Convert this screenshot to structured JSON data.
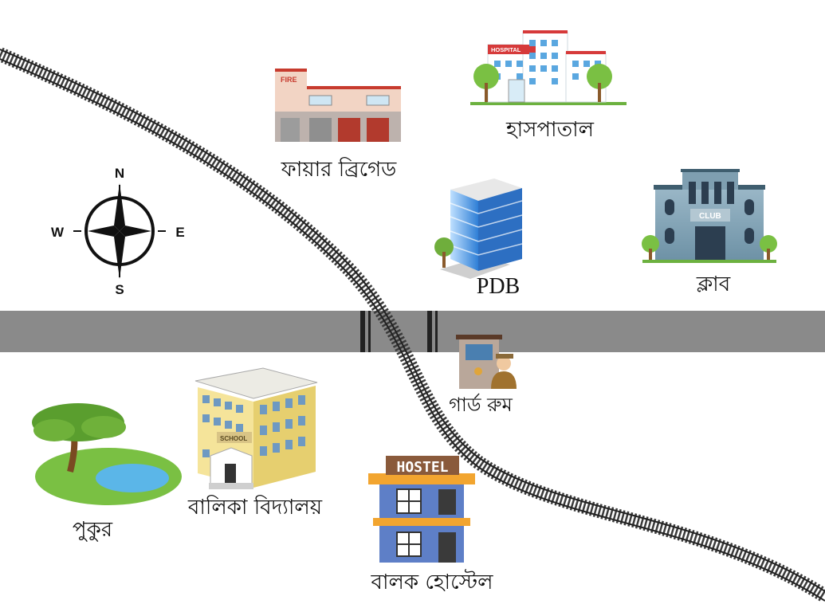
{
  "labels": {
    "fire_brigade": "ফায়ার ব্রিগেড",
    "hospital": "হাসপাতাল",
    "pdb": "PDB",
    "club": "ক্লাব",
    "guard_room": "গার্ড রুম",
    "girls_school": "বালিকা বিদ্যালয়",
    "pond": "পুকুর",
    "boys_hostel": "বালক হোস্টেল"
  },
  "signs": {
    "fire": "FIRE",
    "hospital": "HOSPITAL",
    "club": "CLUB",
    "school": "SCHOOL",
    "hostel": "HOSTEL"
  },
  "compass": {
    "n": "N",
    "s": "S",
    "e": "E",
    "w": "W"
  },
  "colors": {
    "road": "#8a8a8a",
    "rail": "#2a2a2a",
    "grass": "#7ac043",
    "water": "#5bb6e8",
    "hostel_wall": "#5e7fc7",
    "hostel_band": "#f2a530"
  }
}
